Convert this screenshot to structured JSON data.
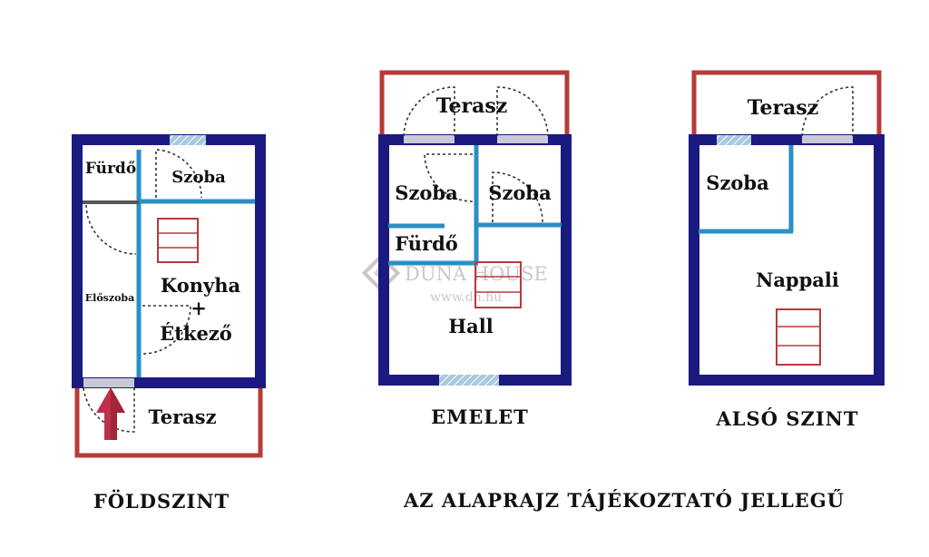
{
  "colors": {
    "wall": "#1a1a80",
    "partition": "#2a8fc4",
    "terrace": "#b83a3a",
    "stairs": "#b83a3a",
    "window": "#a8c8dc",
    "door": "#333333",
    "arrow": "#c0304a",
    "watermark": "#c8c8c8"
  },
  "floors": {
    "ground": {
      "caption": "FÖLDSZINT",
      "rooms": {
        "bath": "Fürdő",
        "room": "Szoba",
        "hallway": "Előszoba",
        "kitchen": "Konyha",
        "plus": "+",
        "dining": "Étkező",
        "terrace": "Terasz"
      }
    },
    "upper": {
      "caption": "EMELET",
      "rooms": {
        "terrace": "Terasz",
        "room_left": "Szoba",
        "room_right": "Szoba",
        "bath": "Fürdő",
        "hall": "Hall"
      }
    },
    "lower": {
      "caption": "ALSÓ SZINT",
      "rooms": {
        "terrace": "Terasz",
        "room": "Szoba",
        "living": "Nappali"
      }
    }
  },
  "disclaimer": "AZ ALAPRAJZ TÁJÉKOZTATÓ JELLEGŰ",
  "watermark": {
    "brand": "DUNA HOUSE",
    "registered": "®",
    "url": "www.dh.hu"
  },
  "icons": {
    "entrance": "entrance-arrow-icon",
    "logo": "duna-house-logo-icon",
    "stairs": "stairs-icon"
  }
}
